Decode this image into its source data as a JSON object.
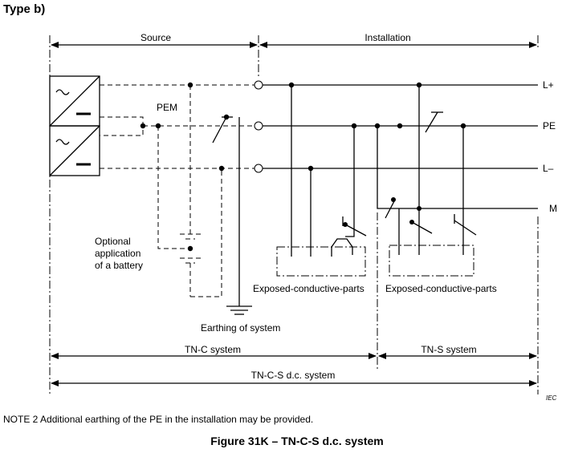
{
  "header": {
    "type_label": "Type b)"
  },
  "zones": {
    "source": "Source",
    "installation": "Installation"
  },
  "conductors": {
    "l_plus": "L+",
    "pe": "PE",
    "l_minus": "L–",
    "m": "M"
  },
  "labels": {
    "pem": "PEM",
    "battery_line1": "Optional",
    "battery_line2": "application",
    "battery_line3": "of a battery",
    "earthing": "Earthing of system",
    "exposed_1": "Exposed-conductive-parts",
    "exposed_2": "Exposed-conductive-parts"
  },
  "systems": {
    "tn_c": "TN-C system",
    "tn_s": "TN-S system",
    "tn_c_s": "TN-C-S d.c. system"
  },
  "iec_mark": "IEC",
  "note": "NOTE 2  Additional earthing of the PE in the installation may be provided.",
  "caption": "Figure 31K – TN-C-S d.c. system",
  "icons": {
    "ac_symbol": "tilde",
    "dc_symbol": "bar"
  }
}
